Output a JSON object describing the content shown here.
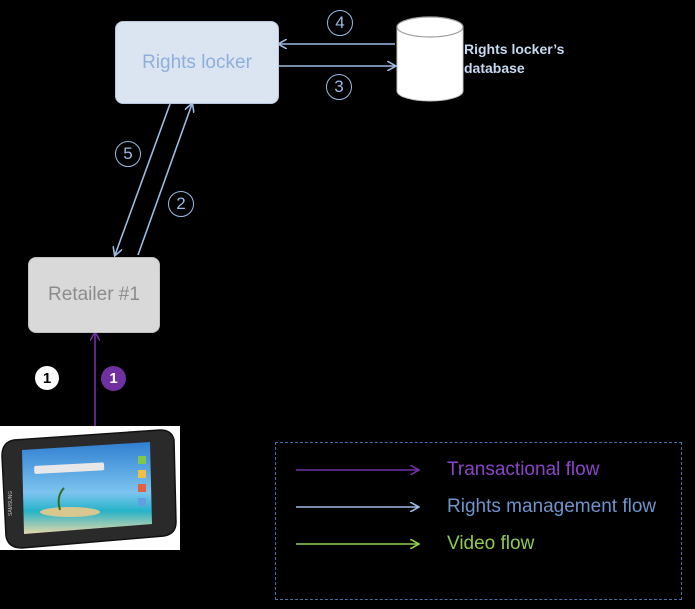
{
  "nodes": {
    "rights_locker": "Rights locker",
    "retailer": "Retailer #1",
    "database_label_line1": "Rights locker’s",
    "database_label_line2": "database"
  },
  "steps": {
    "s1_white": "1",
    "s1_purple": "1",
    "s2": "2",
    "s3": "3",
    "s4": "4",
    "s5": "5"
  },
  "legend": {
    "transactional": "Transactional flow",
    "rights": "Rights management flow",
    "video": "Video flow"
  },
  "colors": {
    "transactional": "#7030a0",
    "rights": "#9bbbe2",
    "video": "#92d050"
  },
  "icons": {
    "database": "database-cylinder-icon",
    "tablet": "tablet-device-icon"
  }
}
